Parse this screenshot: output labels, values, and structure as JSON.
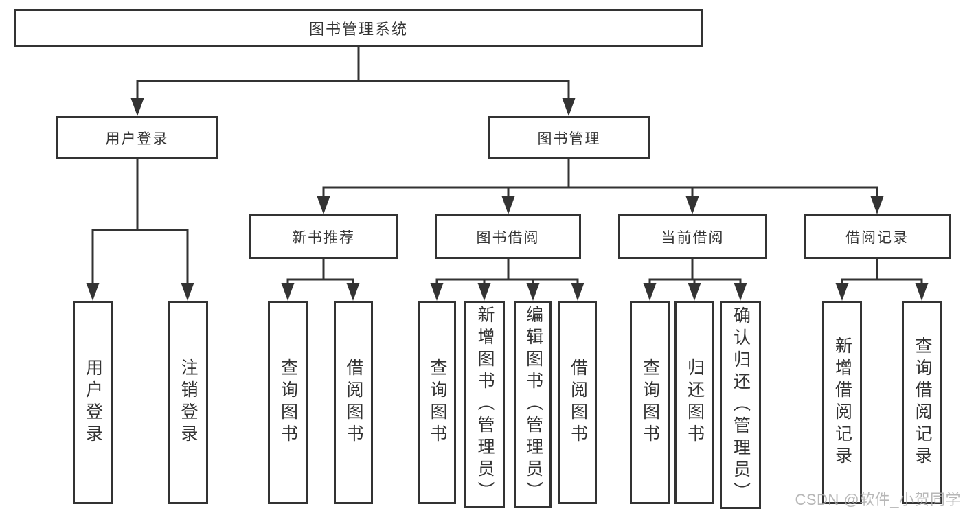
{
  "diagram_type": "functional-structure-tree",
  "tree": {
    "label": "图书管理系统",
    "children": [
      {
        "label": "用户登录",
        "children": [
          {
            "label": "用户登录"
          },
          {
            "label": "注销登录"
          }
        ]
      },
      {
        "label": "图书管理",
        "children": [
          {
            "label": "新书推荐",
            "children": [
              {
                "label": "查询图书"
              },
              {
                "label": "借阅图书"
              }
            ]
          },
          {
            "label": "图书借阅",
            "children": [
              {
                "label": "查询图书"
              },
              {
                "label": "新增图书（管理员）"
              },
              {
                "label": "编辑图书（管理员）"
              },
              {
                "label": "借阅图书"
              }
            ]
          },
          {
            "label": "当前借阅",
            "children": [
              {
                "label": "查询图书"
              },
              {
                "label": "归还图书"
              },
              {
                "label": "确认归还（管理员）"
              }
            ]
          },
          {
            "label": "借阅记录",
            "children": [
              {
                "label": "新增借阅记录"
              },
              {
                "label": "查询借阅记录"
              }
            ]
          }
        ]
      }
    ]
  },
  "watermark": {
    "text": "CSDN @软件_小贺同学"
  },
  "colors": {
    "line": "#333333",
    "box_border": "#333333",
    "box_background": "#ffffff",
    "text": "#333333",
    "watermark": "#ababab",
    "page_background": "#ffffff"
  }
}
